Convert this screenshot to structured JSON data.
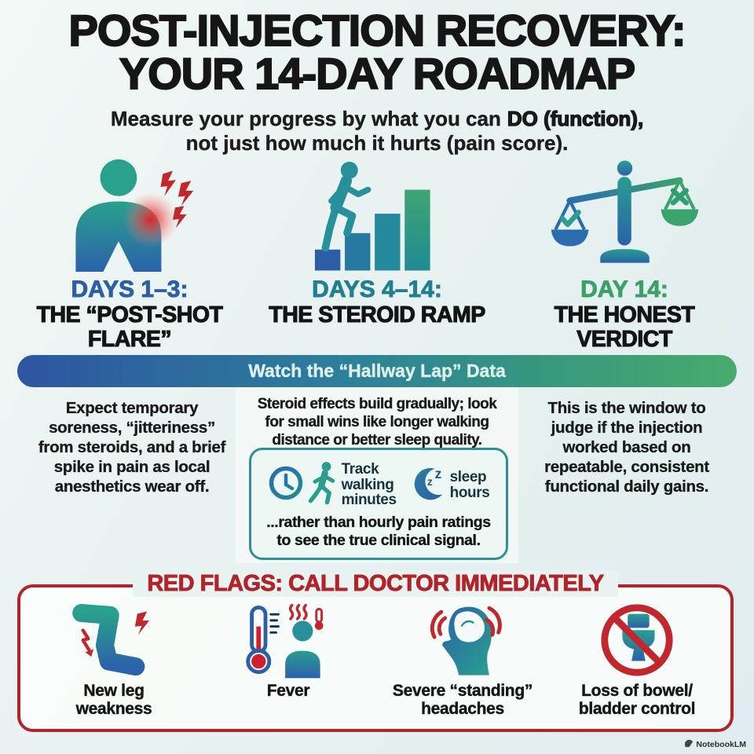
{
  "header": {
    "title_line1": "POST-INJECTION RECOVERY:",
    "title_line2": "YOUR 14-DAY ROADMAP",
    "subtitle_pre": "Measure your progress by what you can",
    "subtitle_bold": "DO (function),",
    "subtitle_line2": "not just how much it hurts (pain score)."
  },
  "phases": [
    {
      "days_label": "DAYS 1–3:",
      "title": "THE “POST-SHOT\nFLARE”",
      "icon": "person-shoulder-pain-icon",
      "days_color": "#2d5fa7",
      "description": "Expect temporary\nsoreness, “jitteriness”\nfrom steroids, and a brief\nspike in pain as local\nanesthetics wear off."
    },
    {
      "days_label": "DAYS 4–14:",
      "title": "THE STEROID RAMP",
      "icon": "person-climbing-bars-icon",
      "days_color": "#217f92",
      "description": "Steroid effects build gradually; look\nfor small wins like longer walking\ndistance or better sleep quality."
    },
    {
      "days_label": "DAY 14:",
      "title": "THE HONEST\nVERDICT",
      "icon": "balance-scale-icon",
      "days_color": "#3ba169",
      "description": "This is the window to\njudge if the injection\nworked based on\nrepeatable, consistent\nfunctional daily gains."
    }
  ],
  "banner": {
    "label": "Watch the “Hallway Lap” Data"
  },
  "tracking_box": {
    "walk_label": "Track\nwalking\nminutes",
    "sleep_label": "sleep\nhours",
    "zzz": [
      "z",
      "z"
    ],
    "footer": "...rather than hourly pain ratings\nto see the true clinical signal."
  },
  "red_flags": {
    "title": "RED FLAGS: CALL DOCTOR IMMEDIATELY",
    "items": [
      {
        "label": "New leg\nweakness",
        "icon": "leg-weakness-icon"
      },
      {
        "label": "Fever",
        "icon": "fever-icon"
      },
      {
        "label": "Severe “standing”\nheadaches",
        "icon": "standing-headache-icon"
      },
      {
        "label": "Loss of bowel/\nbladder control",
        "icon": "toilet-prohibited-icon"
      }
    ]
  },
  "watermark": {
    "label": "NotebookLM"
  },
  "colors": {
    "background": "#e9f3f1",
    "accent_blue": "#2d5fa7",
    "accent_teal": "#217f92",
    "accent_green": "#3ba169",
    "alert_red": "#b2232a",
    "banner_gradient_start": "#2d55a0",
    "banner_gradient_end": "#47ab6c",
    "text_dark": "#161616"
  }
}
